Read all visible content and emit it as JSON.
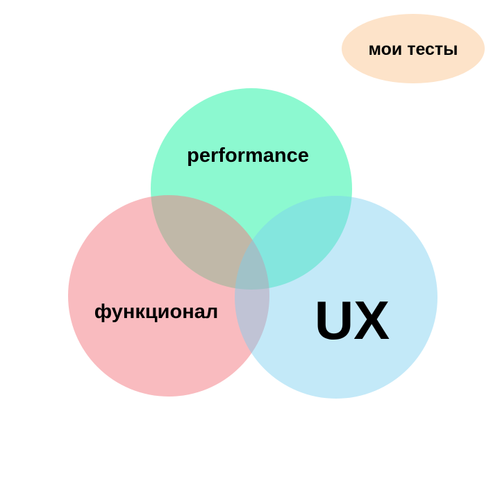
{
  "badge": {
    "label": "мои тесты",
    "color": "#fde3c9"
  },
  "circles": [
    {
      "id": "performance",
      "label": "performance",
      "color": "#3ff5b0"
    },
    {
      "id": "functional",
      "label": "функционал",
      "color": "#f4777f"
    },
    {
      "id": "ux",
      "label": "UX",
      "color": "#7bcff0"
    }
  ]
}
